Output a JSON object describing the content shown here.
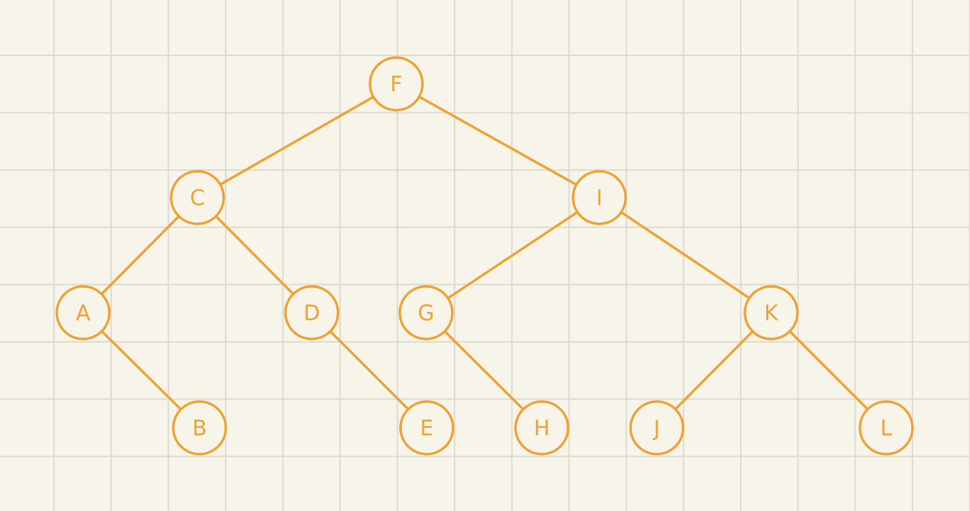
{
  "diagram": {
    "type": "binary-tree",
    "nodes": [
      {
        "id": "F",
        "label": "F"
      },
      {
        "id": "C",
        "label": "C"
      },
      {
        "id": "I",
        "label": "I"
      },
      {
        "id": "A",
        "label": "A"
      },
      {
        "id": "D",
        "label": "D"
      },
      {
        "id": "G",
        "label": "G"
      },
      {
        "id": "K",
        "label": "K"
      },
      {
        "id": "B",
        "label": "B"
      },
      {
        "id": "E",
        "label": "E"
      },
      {
        "id": "H",
        "label": "H"
      },
      {
        "id": "J",
        "label": "J"
      },
      {
        "id": "L",
        "label": "L"
      }
    ],
    "edges": [
      {
        "from": "F",
        "to": "C"
      },
      {
        "from": "F",
        "to": "I"
      },
      {
        "from": "C",
        "to": "A"
      },
      {
        "from": "C",
        "to": "D"
      },
      {
        "from": "A",
        "to": "B"
      },
      {
        "from": "D",
        "to": "E"
      },
      {
        "from": "I",
        "to": "G"
      },
      {
        "from": "I",
        "to": "K"
      },
      {
        "from": "G",
        "to": "H"
      },
      {
        "from": "K",
        "to": "J"
      },
      {
        "from": "K",
        "to": "L"
      }
    ],
    "colors": {
      "background": "#f7f5ea",
      "grid": "#dddad0",
      "accent": "#f0a133"
    }
  }
}
